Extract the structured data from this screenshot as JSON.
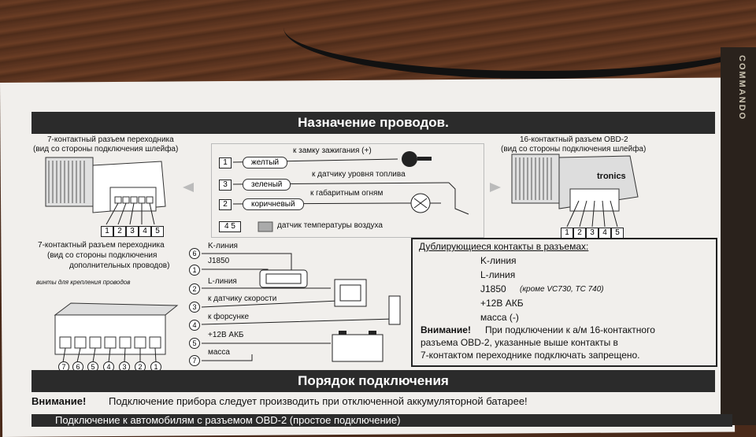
{
  "header_title": "Назначение проводов.",
  "left_top_caption": [
    "7-контактный разъем переходника",
    "(вид со стороны подключения шлейфа)"
  ],
  "right_top_caption": [
    "16-контактный разъем OBD-2",
    "(вид со стороны подключения шлейфа)"
  ],
  "left_mid_caption": [
    "7-контактный разъем переходника",
    "(вид со стороны подключения",
    "дополнительных проводов)"
  ],
  "screws_note": "винты для крепления проводов",
  "brand": "tronics",
  "pin_numbers_5": [
    "1",
    "2",
    "3",
    "4",
    "5"
  ],
  "pin_numbers_7": [
    "7",
    "6",
    "5",
    "4",
    "3",
    "2",
    "1"
  ],
  "wires": [
    {
      "num": "1",
      "color_label": "желтый",
      "dest": "к замку зажигания (+)"
    },
    {
      "num": "3",
      "color_label": "зеленый",
      "dest": "к датчику уровня топлива"
    },
    {
      "num": "2",
      "color_label": "коричневый",
      "dest": "к габаритным огням"
    },
    {
      "num": "4 5",
      "color_label": "",
      "dest": "датчик температуры воздуха"
    }
  ],
  "aux_wires": [
    {
      "num": "6",
      "label": "K-линия"
    },
    {
      "num": "1",
      "label": "J1850"
    },
    {
      "num": "2",
      "label": "L-линия"
    },
    {
      "num": "3",
      "label": "к датчику скорости"
    },
    {
      "num": "4",
      "label": "к форсунке"
    },
    {
      "num": "5",
      "label": "+12В АКБ"
    },
    {
      "num": "7",
      "label": "масса"
    }
  ],
  "info_box": {
    "title": "Дублирующиеся контакты в разъемах:",
    "items": [
      "K-линия",
      "L-линия",
      "J1850",
      "+12В АКБ",
      "масса (-)"
    ],
    "j1850_note": "(кроме VC730, TC 740)",
    "warning_bold": "Внимание!",
    "warning_text": [
      "При подключении к а/м 16-контактного",
      "разъема OBD-2, указанные выше контакты в",
      "7-контактом переходнике подключать запрещено."
    ]
  },
  "section2_title": "Порядок подключения",
  "bottom_warning_bold": "Внимание!",
  "bottom_warning_text": "Подключение прибора следует производить при отключенной аккумуляторной батарее!",
  "bottom_cut_text": "Подключение к автомобилям с разъемом OBD-2 (простое подключение)"
}
